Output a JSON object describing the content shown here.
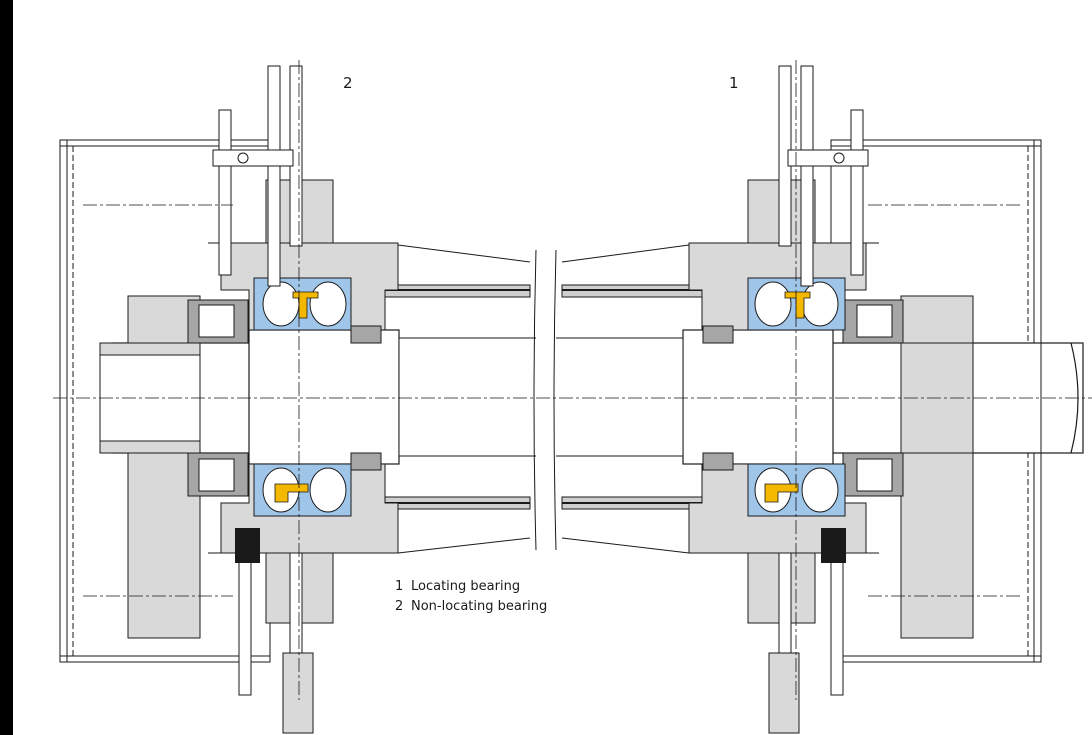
{
  "labels": {
    "non_locating_number": "2",
    "locating_number": "1"
  },
  "legend": [
    {
      "number": "1",
      "text": "Locating bearing"
    },
    {
      "number": "2",
      "text": "Non-locating bearing"
    }
  ],
  "colors": {
    "background_frame": "#000000",
    "housing_fill": "#d9d9d9",
    "housing_dark": "#a6a6a6",
    "bearing_blue": "#9fc5e8",
    "sleeve_yellow": "#f5b800",
    "line": "#1a1a1a"
  }
}
